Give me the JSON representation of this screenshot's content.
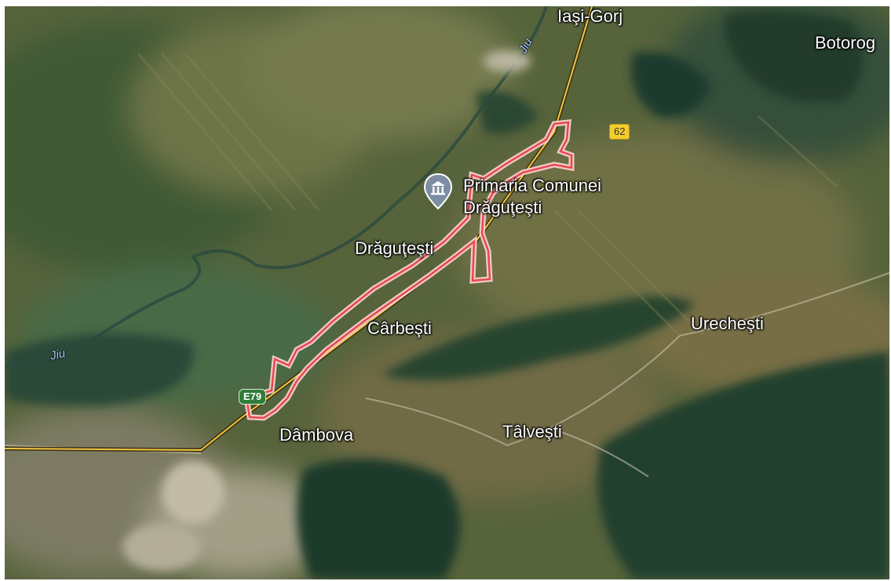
{
  "map": {
    "places": [
      {
        "key": "iasi_gorj",
        "name": "Iaşi-Gorj"
      },
      {
        "key": "botorog",
        "name": "Botorog"
      },
      {
        "key": "dragutesti",
        "name": "Drăguţeşti"
      },
      {
        "key": "carbesti",
        "name": "Cârbeşti"
      },
      {
        "key": "urechesti",
        "name": "Urecheşti"
      },
      {
        "key": "dambova",
        "name": "Dâmbova"
      },
      {
        "key": "talvesti",
        "name": "Tâlveşti"
      }
    ],
    "poi": {
      "name_line1": "Primaria Comunei",
      "name_line2": "Drăguţeşti",
      "icon": "town-hall-icon"
    },
    "rivers": [
      {
        "name": "Jiu"
      },
      {
        "name": "Jiu"
      }
    ],
    "road_shields": [
      {
        "label": "E79",
        "type": "european-route"
      },
      {
        "label": "62",
        "type": "national-road"
      }
    ],
    "colors": {
      "boundary": "#e8474f",
      "boundary_glow": "#ffd0d0",
      "main_road": "#f2c744",
      "poi_pin": "#7d8ea3"
    }
  }
}
